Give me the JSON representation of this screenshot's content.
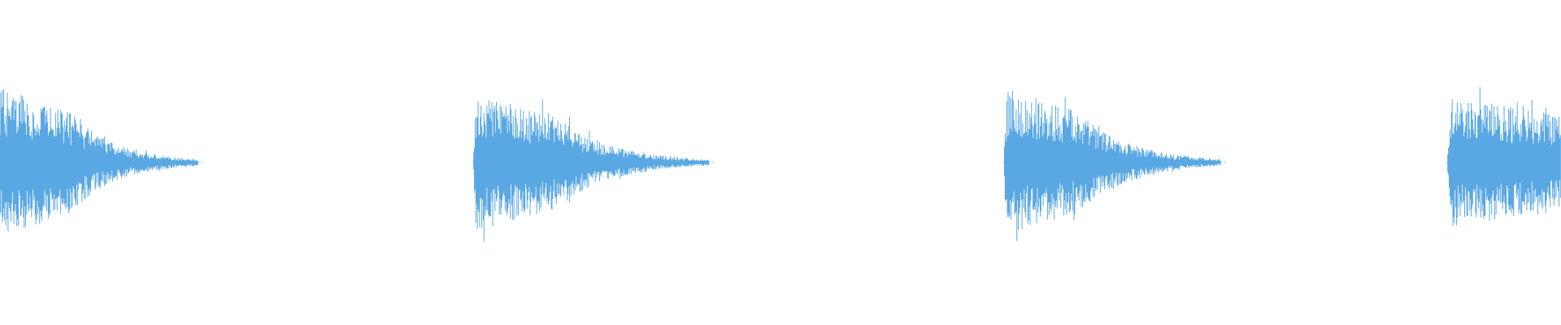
{
  "waveform": {
    "color": "#5aa8e3",
    "background": "#ffffff",
    "bursts": [
      {
        "start_fraction": 0.0,
        "duration_fraction": 0.127,
        "peak_amplitude": 0.68,
        "cut_at_start": true,
        "cut_at_end": false
      },
      {
        "start_fraction": 0.303,
        "duration_fraction": 0.151,
        "peak_amplitude": 0.63,
        "cut_at_start": false,
        "cut_at_end": false
      },
      {
        "start_fraction": 0.643,
        "duration_fraction": 0.139,
        "peak_amplitude": 0.68,
        "cut_at_start": false,
        "cut_at_end": false
      },
      {
        "start_fraction": 0.927,
        "duration_fraction": 0.073,
        "peak_amplitude": 0.6,
        "cut_at_start": false,
        "cut_at_end": true
      }
    ]
  }
}
